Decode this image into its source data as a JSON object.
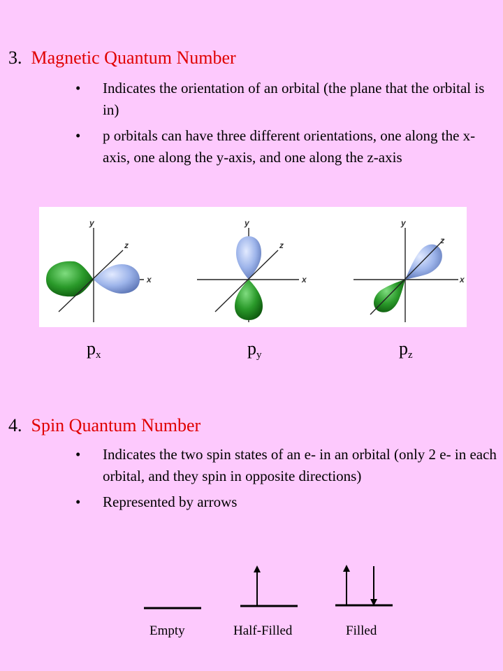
{
  "section3": {
    "number": "3.",
    "title": "Magnetic Quantum Number",
    "bullets": [
      "Indicates the orientation of an orbital (the plane that the orbital is in)",
      "p orbitals can have three different orientations, one along the x-axis, one along the y-axis, and one along the z-axis"
    ]
  },
  "orbital_figure": {
    "axes": {
      "x": "x",
      "y": "y",
      "z": "z"
    },
    "colors": {
      "positive_lobe": "#9db4ea",
      "negative_lobe": "#2a9a2a"
    },
    "labels": [
      {
        "base": "p",
        "sub": "x"
      },
      {
        "base": "p",
        "sub": "y"
      },
      {
        "base": "p",
        "sub": "z"
      }
    ]
  },
  "section4": {
    "number": "4.",
    "title": "Spin Quantum Number",
    "bullets": [
      "Indicates the two spin states of an e- in an orbital (only 2 e- in each orbital, and they spin in opposite directions)",
      "Represented by arrows"
    ]
  },
  "orbital_boxes": [
    {
      "label": "Empty",
      "arrows": []
    },
    {
      "label": "Half-Filled",
      "arrows": [
        "up"
      ]
    },
    {
      "label": "Filled",
      "arrows": [
        "up",
        "down"
      ]
    }
  ],
  "bullet_glyph": "•",
  "colors": {
    "background": "#fdc9fd",
    "heading": "#e00000"
  }
}
